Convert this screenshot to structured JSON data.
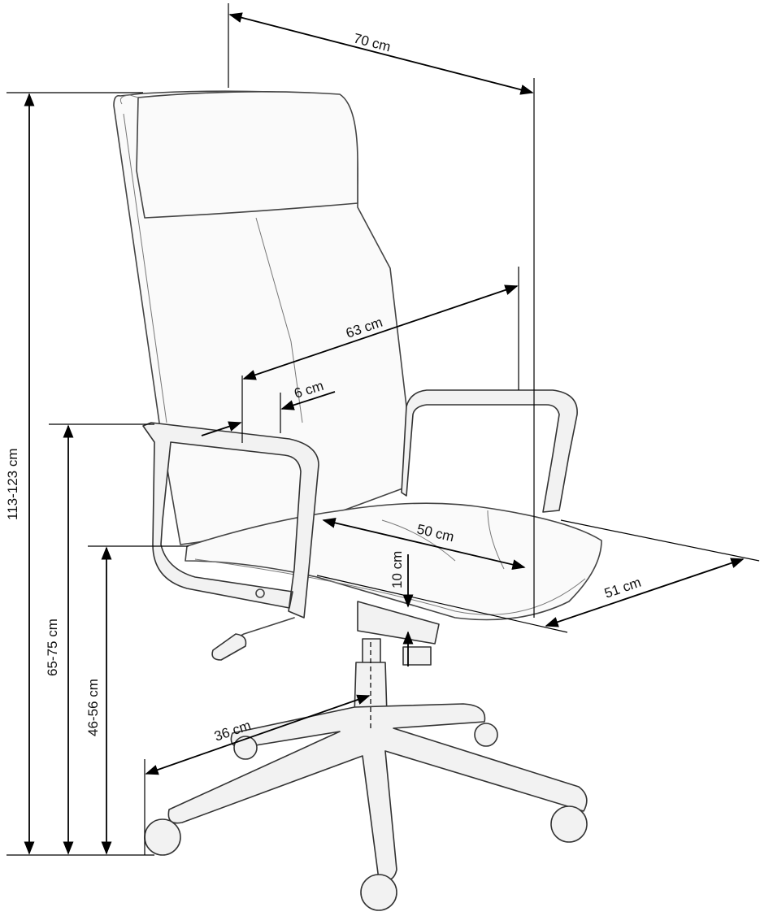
{
  "dimensions": {
    "width_top": "70 cm",
    "backrest_width": "63 cm",
    "armrest_width": "6 cm",
    "seat_depth": "50 cm",
    "seat_thickness": "10 cm",
    "seat_width": "51 cm",
    "base_radius": "36 cm",
    "total_height": "113-123 cm",
    "armrest_height": "65-75 cm",
    "seat_height": "46-56 cm"
  },
  "colors": {
    "dimension": "#000000",
    "chair_outline": "#444444"
  }
}
